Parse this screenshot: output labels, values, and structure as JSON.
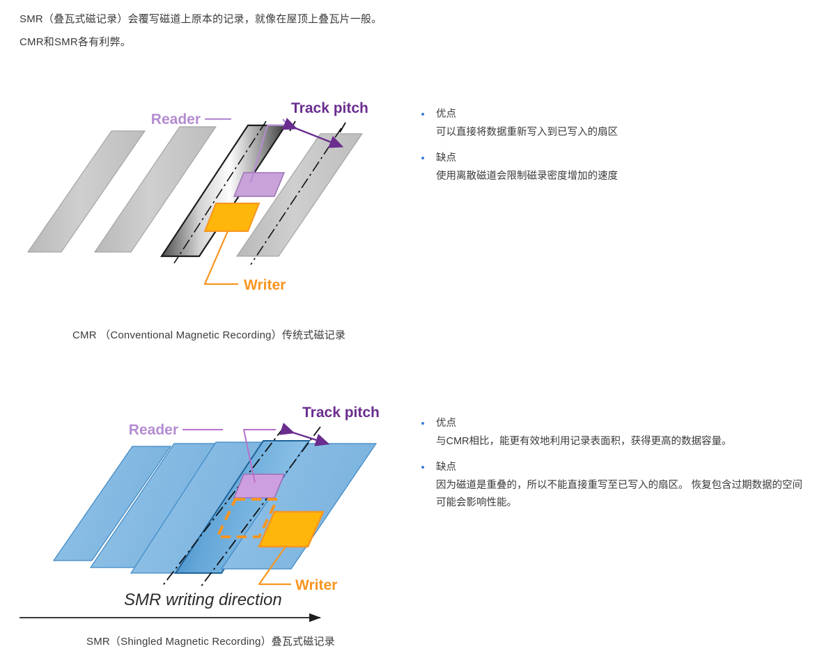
{
  "intro": {
    "line1": "SMR（叠瓦式磁记录）会覆写磁道上原本的记录，就像在屋顶上叠瓦片一般。",
    "line2": "CMR和SMR各有利弊。"
  },
  "diagram_labels": {
    "reader": "Reader",
    "writer": "Writer",
    "track_pitch": "Track pitch",
    "smr_writing_direction": "SMR writing direction"
  },
  "cmr": {
    "caption": "CMR （Conventional Magnetic Recording）传统式磁记录",
    "bullets": [
      {
        "title": "优点",
        "desc": "可以直接将数据重新写入到已写入的扇区"
      },
      {
        "title": "缺点",
        "desc": "使用离散磁道会限制磁录密度增加的速度"
      }
    ]
  },
  "smr": {
    "caption": "SMR（Shingled Magnetic Recording）叠瓦式磁记录",
    "bullets": [
      {
        "title": "优点",
        "desc": "与CMR相比，能更有效地利用记录表面积，获得更高的数据容量。"
      },
      {
        "title": "缺点",
        "desc": "因为磁道是重叠的，所以不能直接重写至已写入的扇区。 恢复包含过期数据的空间可能会影响性能。"
      }
    ]
  },
  "colors": {
    "reader_purple": "#c8a2d8",
    "writer_orange": "#ffb60a",
    "track_pitch_purple": "#6a2d8f",
    "bullet_blue": "#3b7dd8",
    "cmr_track_gray": "#c6c6c6",
    "smr_track_blue": "#8cc0e6"
  }
}
